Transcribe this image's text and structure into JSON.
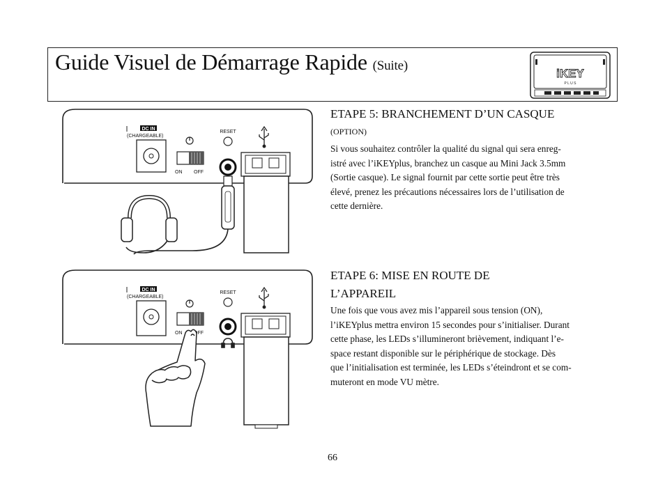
{
  "header": {
    "title": "Guide Visuel de Démarrage Rapide",
    "title_suffix": "(Suite)",
    "logo_text": "iKEY",
    "logo_subtext": "P L U S"
  },
  "device_labels": {
    "dc_in": "DC IN",
    "chargeable": "(CHARGEABLE)",
    "reset": "RESET",
    "on": "ON",
    "off": "OFF"
  },
  "step5": {
    "heading": "ETAPE 5: BRANCHEMENT D’UN CASQUE",
    "option": "(OPTION)",
    "lines": [
      "Si vous souhaitez contrôler la qualité du signal qui sera enreg-",
      "istré avec l’iKEYplus, branchez un casque au Mini Jack 3.5mm",
      "(Sortie casque).  Le signal fournit par cette sortie peut être très",
      "élevé, prenez les précautions nécessaires lors de l’utilisation de",
      "cette dernière."
    ]
  },
  "step6": {
    "heading_line1": "ETAPE 6: MISE EN ROUTE DE",
    "heading_line2": "L’APPAREIL",
    "lines": [
      "Une fois que vous avez mis l’appareil sous tension (ON),",
      "l’iKEYplus mettra environ 15 secondes pour s’initialiser. Durant",
      "cette phase, les LEDs s’illumineront brièvement, indiquant l’e-",
      "space restant disponible sur le périphérique de stockage. Dès",
      "que l’initialisation est terminée, les LEDs s’éteindront et se com-",
      "muteront en mode VU mètre."
    ]
  },
  "page_number": "66"
}
